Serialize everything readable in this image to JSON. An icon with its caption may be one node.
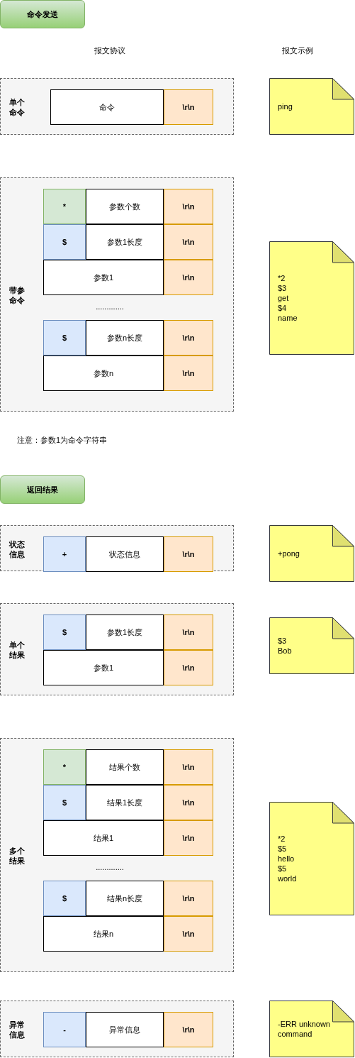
{
  "diagram": {
    "nodes": [
      {
        "text": [
          "命令发送"
        ]
      },
      {
        "text": [
          "单个命令"
        ]
      },
      {
        "text": [
          "命令"
        ],
        "in": 1
      },
      {
        "text": [
          "\\r\\n"
        ],
        "in": 1
      },
      {
        "text": [
          "ping"
        ]
      },
      {
        "text": [
          "带参命令"
        ]
      },
      {
        "text": [
          "*"
        ],
        "in": 5
      },
      {
        "text": [
          "参数个数"
        ],
        "in": 5
      },
      {
        "text": [
          "\\r\\n"
        ],
        "in": 5
      },
      {
        "text": [
          "$"
        ],
        "in": 5
      },
      {
        "text": [
          "参数1长度"
        ],
        "in": 5
      },
      {
        "text": [
          "\\r\\n"
        ],
        "in": 5
      },
      {
        "text": [
          "参数1"
        ],
        "in": 5
      },
      {
        "text": [
          "\\r\\n"
        ],
        "in": 5
      },
      {
        "text": [
          "$"
        ],
        "in": 5
      },
      {
        "text": [
          "参数n长度"
        ],
        "in": 5
      },
      {
        "text": [
          "\\r\\n"
        ],
        "in": 5
      },
      {
        "text": [
          "参数n"
        ],
        "in": 5
      },
      {
        "text": [
          "\\r\\n"
        ],
        "in": 5
      },
      {
        "text": [
          "*2",
          "$3",
          "get",
          "$4",
          "name"
        ]
      },
      {
        "text": [
          "返回结果"
        ]
      },
      {
        "text": [
          "状态信息"
        ]
      },
      {
        "text": [
          "+"
        ],
        "in": 21
      },
      {
        "text": [
          "状态信息"
        ],
        "in": 21
      },
      {
        "text": [
          "\\r\\n"
        ],
        "in": 21
      },
      {
        "text": [
          "+pong"
        ]
      },
      {
        "text": [
          "单个结果"
        ]
      },
      {
        "text": [
          "$"
        ],
        "in": 26
      },
      {
        "text": [
          "参数1长度"
        ],
        "in": 26
      },
      {
        "text": [
          "\\r\\n"
        ],
        "in": 26
      },
      {
        "text": [
          "参数1"
        ],
        "in": 26
      },
      {
        "text": [
          "\\r\\n"
        ],
        "in": 26
      },
      {
        "text": [
          "$3",
          "Bob"
        ]
      },
      {
        "text": [
          "多个结果"
        ]
      },
      {
        "text": [
          "*"
        ],
        "in": 33
      },
      {
        "text": [
          "结果个数"
        ],
        "in": 33
      },
      {
        "text": [
          "\\r\\n"
        ],
        "in": 33
      },
      {
        "text": [
          "$"
        ],
        "in": 33
      },
      {
        "text": [
          "结果1长度"
        ],
        "in": 33
      },
      {
        "text": [
          "\\r\\n"
        ],
        "in": 33
      },
      {
        "text": [
          "结果1"
        ],
        "in": 33
      },
      {
        "text": [
          "\\r\\n"
        ],
        "in": 33
      },
      {
        "text": [
          "$"
        ],
        "in": 33
      },
      {
        "text": [
          "结果n长度"
        ],
        "in": 33
      },
      {
        "text": [
          "\\r\\n"
        ],
        "in": 33
      },
      {
        "text": [
          "结果n"
        ],
        "in": 33
      },
      {
        "text": [
          "\\r\\n"
        ],
        "in": 33
      },
      {
        "text": [
          "*2",
          "$5",
          "hello",
          "$5",
          "world"
        ]
      },
      {
        "text": [
          "异常信息"
        ]
      },
      {
        "text": [
          "-"
        ],
        "in": 48
      },
      {
        "text": [
          "异常信息"
        ],
        "in": 48
      },
      {
        "text": [
          "\\r\\n"
        ],
        "in": 48
      },
      {
        "text": [
          "-ERR unknown command"
        ]
      }
    ],
    "labels": [
      "报文协议",
      "报文示例",
      ".............",
      "注意：参数1为命令字符串",
      "............."
    ]
  }
}
